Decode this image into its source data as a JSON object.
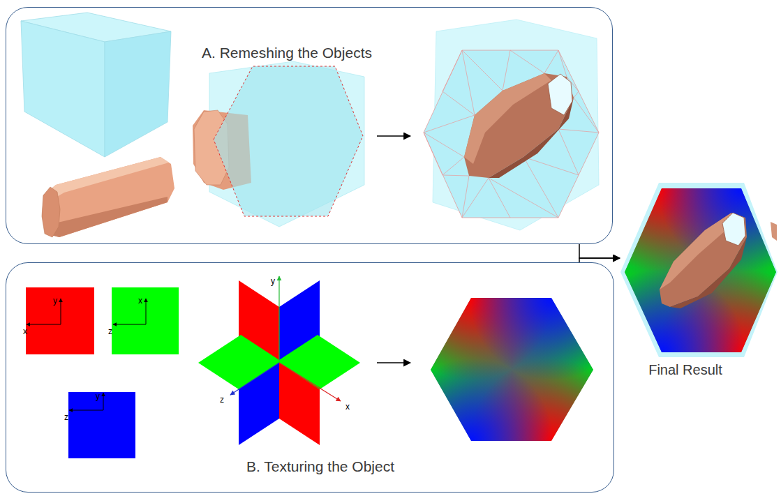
{
  "diagram": {
    "nodes": [
      {
        "text": [
          "A. Remeshing the Objects"
        ]
      },
      {
        "text": [
          "B. Texturing the Object"
        ]
      },
      {
        "text": [
          "Final Result"
        ]
      }
    ],
    "edges": [
      {
        "from": 0,
        "to": 2,
        "arrow": "to"
      },
      {
        "from": 1,
        "to": 2,
        "arrow": "to"
      }
    ],
    "labels": [
      "y",
      "x",
      "x",
      "z",
      "y",
      "z",
      "y",
      "z",
      "x"
    ]
  }
}
